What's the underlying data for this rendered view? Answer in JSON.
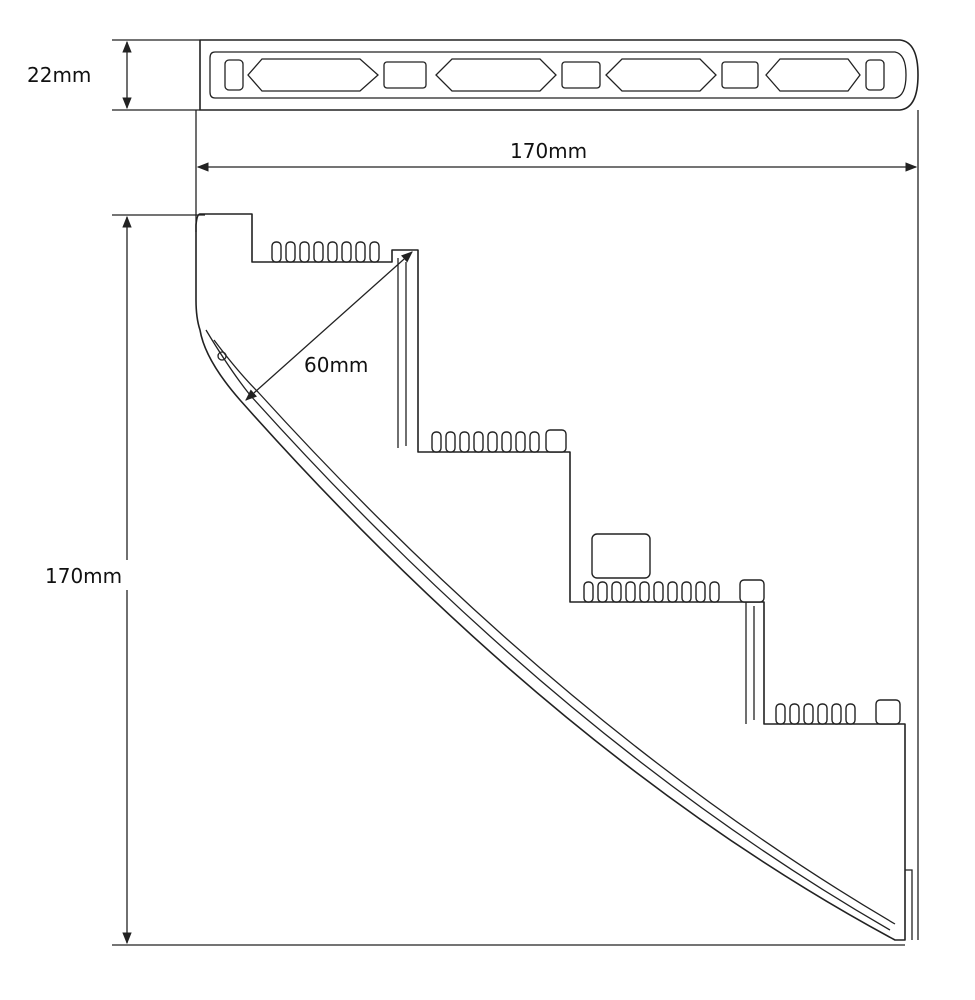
{
  "dimensions": {
    "thickness_label": "22mm",
    "width_label": "170mm",
    "height_label": "170mm",
    "radius_label": "60mm"
  },
  "colors": {
    "line": "#222222",
    "background": "#ffffff"
  }
}
